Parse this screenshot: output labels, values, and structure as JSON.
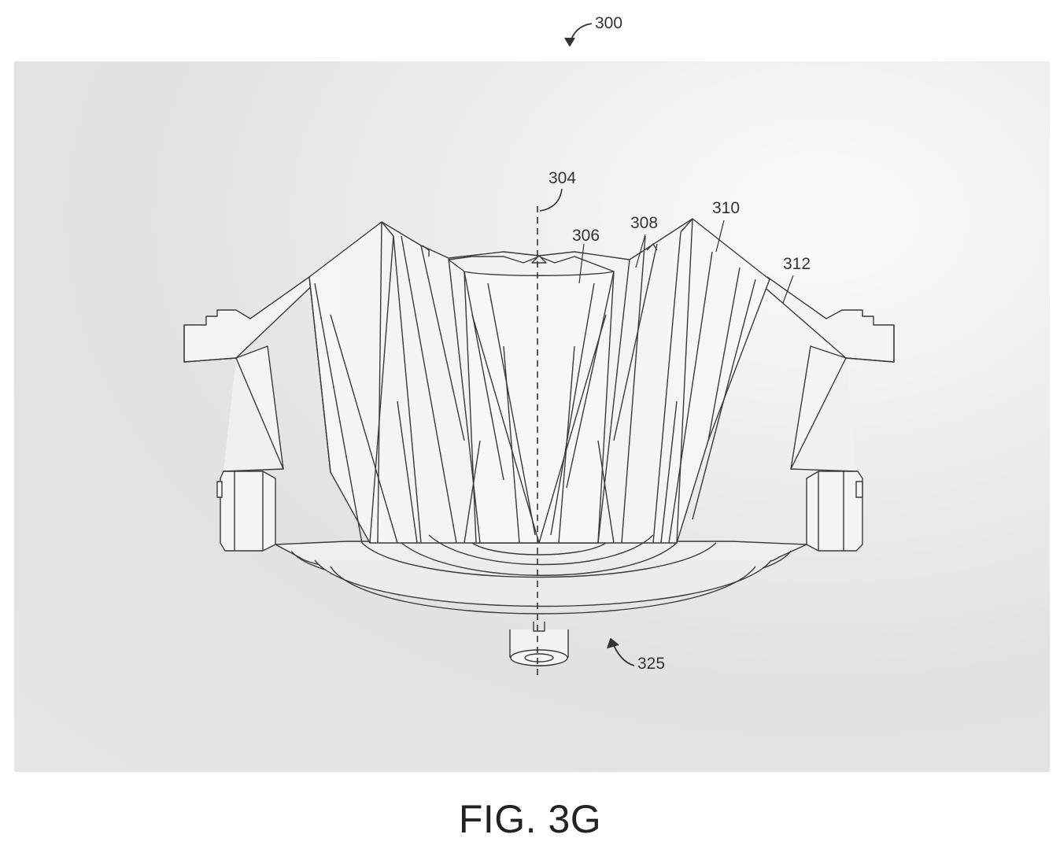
{
  "refs": {
    "r300": "300",
    "r304": "304",
    "r306": "306",
    "r308": "308",
    "r310": "310",
    "r312": "312",
    "r325": "325"
  },
  "caption": "FIG. 3G",
  "colors": {
    "stroke": "#3a3a3a",
    "panel": "#e6e6e6",
    "body": "#f3f3f3"
  }
}
